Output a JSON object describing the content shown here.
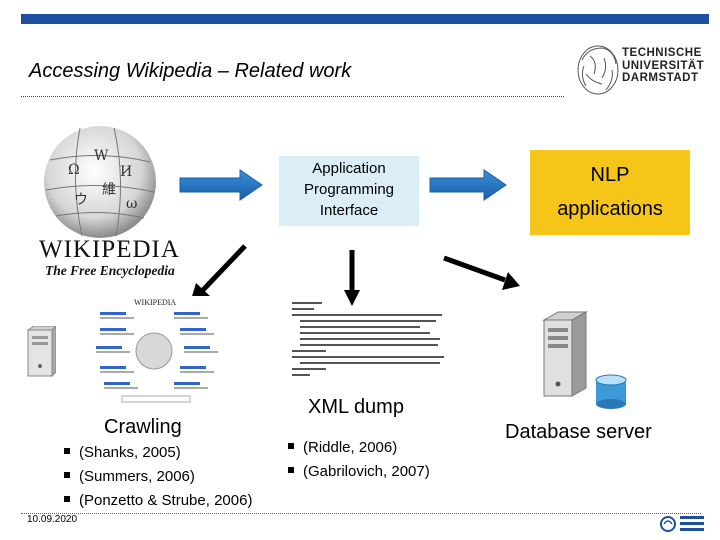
{
  "slide": {
    "title": "Accessing Wikipedia – Related work",
    "date": "10.09.2020",
    "accent_color": "#1f4fa1"
  },
  "logo": {
    "lines": [
      "TECHNISCHE",
      "UNIVERSITÄT",
      "DARMSTADT"
    ]
  },
  "wikipedia": {
    "wordmark": "WIKIPEDIA",
    "tagline": "The Free Encyclopedia"
  },
  "api_box": {
    "lines": [
      "Application",
      "Programming",
      "Interface"
    ],
    "color": "#dbeef7"
  },
  "nlp_box": {
    "lines": [
      "NLP",
      "applications"
    ],
    "color": "#f5c518"
  },
  "crawling": {
    "label": "Crawling",
    "bullets": [
      "(Shanks, 2005)",
      "(Summers, 2006)",
      "(Ponzetto & Strube, 2006)"
    ]
  },
  "xml_dump": {
    "label": "XML dump",
    "bullets": [
      "(Riddle, 2006)",
      "(Gabrilovich, 2007)"
    ]
  },
  "database": {
    "label": "Database server"
  }
}
